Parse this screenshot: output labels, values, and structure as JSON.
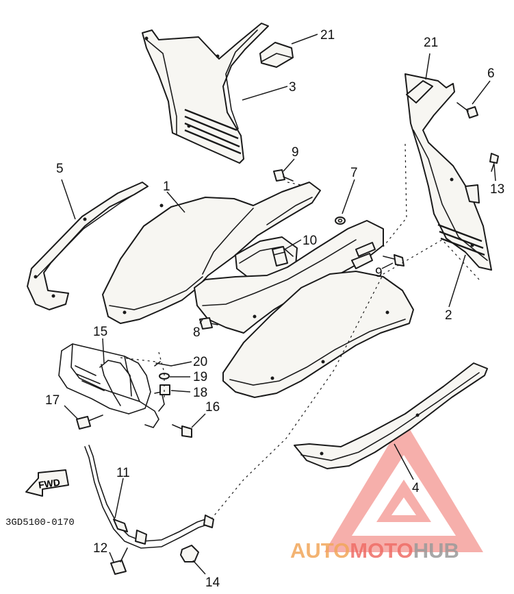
{
  "diagram": {
    "drawing_code": "3GD5100-0170",
    "direction_label": "FWD",
    "part_numbers": [
      "21",
      "3",
      "21",
      "6",
      "9",
      "5",
      "1",
      "7",
      "13",
      "10",
      "9",
      "2",
      "8",
      "20",
      "15",
      "19",
      "18",
      "17",
      "16",
      "4",
      "11",
      "12",
      "14"
    ]
  },
  "watermark": {
    "text_auto": "AUTO",
    "text_moto": "MOTO",
    "text_hub": "HUB",
    "color_primary": "#e8453c",
    "color_secondary": "#f2a65a",
    "color_hub": "#9a9a9a"
  }
}
